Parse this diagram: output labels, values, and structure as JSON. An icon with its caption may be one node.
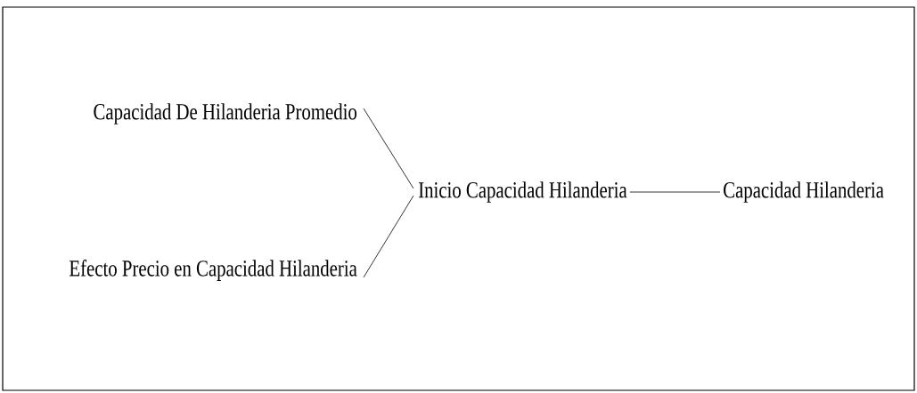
{
  "diagram": {
    "nodes": [
      {
        "text": [
          "Capacidad De Hilanderia Promedio"
        ]
      },
      {
        "text": [
          "Efecto Precio en Capacidad Hilanderia"
        ]
      },
      {
        "text": [
          "Inicio Capacidad Hilanderia"
        ]
      },
      {
        "text": [
          "Capacidad Hilanderia"
        ]
      }
    ],
    "edges": [
      {
        "from": 0,
        "to": 2,
        "arrow": "none"
      },
      {
        "from": 1,
        "to": 2,
        "arrow": "none"
      },
      {
        "from": 2,
        "to": 3,
        "arrow": "none"
      }
    ]
  }
}
